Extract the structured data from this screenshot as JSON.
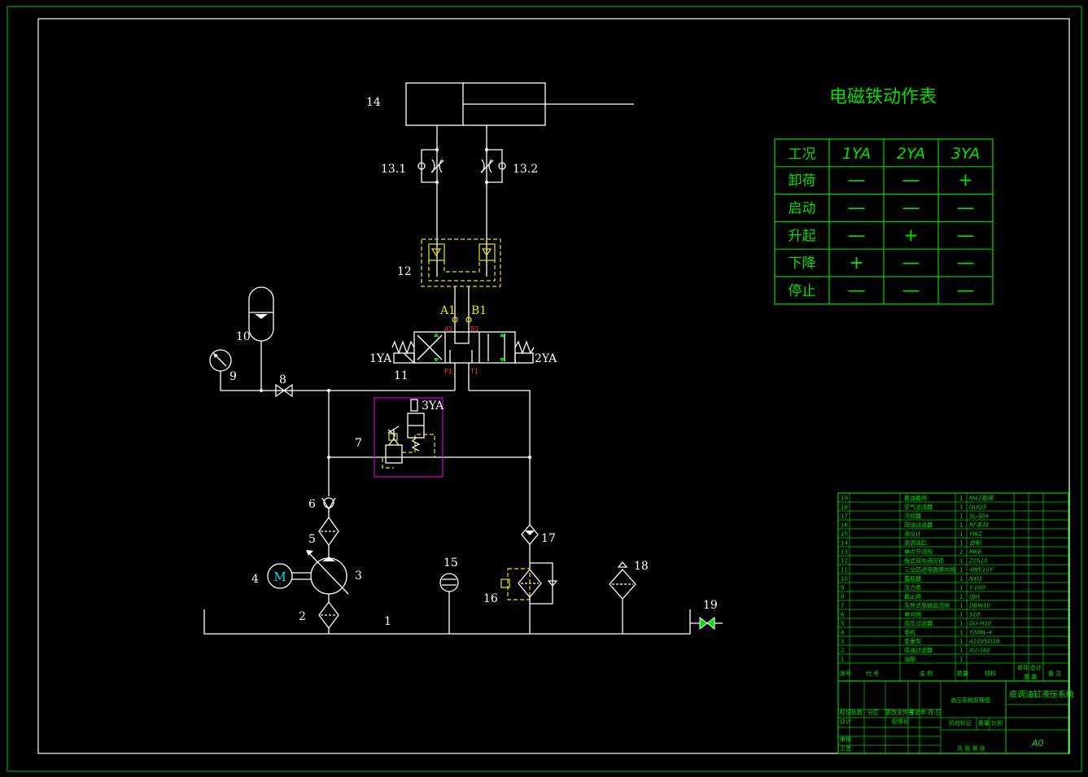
{
  "colors": {
    "background": "#000000",
    "frame": "#00c800",
    "lines": "#ffffff",
    "valve_block": "#e8e800",
    "relief_block": "#d000d0",
    "table": "#00e000",
    "motor": "#00e5e5",
    "port": "#ff3030"
  },
  "labels": {
    "n1": "1",
    "n2": "2",
    "n3": "3",
    "n4": "4",
    "n5": "5",
    "n6": "6",
    "n7": "7",
    "n8": "8",
    "n9": "9",
    "n10": "10",
    "n11": "11",
    "n12": "12",
    "n13_1": "13.1",
    "n13_2": "13.2",
    "n14": "14",
    "n15": "15",
    "n16": "16",
    "n17": "17",
    "n18": "18",
    "n19": "19",
    "a1": "A1",
    "b1": "B1",
    "a1_small": "A1",
    "b1_small": "B1",
    "p1": "P1",
    "t1": "T1",
    "ya1": "1YA",
    "ya2": "2YA",
    "ya3": "3YA",
    "motor": "M"
  },
  "solenoid_table": {
    "title": "电磁铁动作表",
    "headers": [
      "工况",
      "1YA",
      "2YA",
      "3YA"
    ],
    "rows": [
      {
        "condition": "卸荷",
        "values": [
          "—",
          "—",
          "+"
        ]
      },
      {
        "condition": "启动",
        "values": [
          "—",
          "—",
          "—"
        ]
      },
      {
        "condition": "升起",
        "values": [
          "—",
          "+",
          "—"
        ]
      },
      {
        "condition": "下降",
        "values": [
          "+",
          "—",
          "—"
        ]
      },
      {
        "condition": "停止",
        "values": [
          "—",
          "—",
          "—"
        ]
      }
    ]
  },
  "parts_list": [
    {
      "no": "19",
      "name": "截油截阀",
      "qty": "1",
      "code": "M42截阀"
    },
    {
      "no": "18",
      "name": "空气滤清器",
      "qty": "1",
      "code": "QUQ3"
    },
    {
      "no": "17",
      "name": "冷却器",
      "qty": "1",
      "code": "SL-304"
    },
    {
      "no": "16",
      "name": "回油过滤器",
      "qty": "1",
      "code": "RF系列"
    },
    {
      "no": "15",
      "name": "液位计",
      "qty": "1",
      "code": "YWZ"
    },
    {
      "no": "14",
      "name": "底调油缸",
      "qty": "1",
      "code": "自制"
    },
    {
      "no": "13",
      "name": "单向节流阀",
      "qty": "2",
      "code": "MK6"
    },
    {
      "no": "12",
      "name": "板式双向液压锁",
      "qty": "1",
      "code": "Z2S10"
    },
    {
      "no": "11",
      "name": "三位四通电磁换向阀",
      "qty": "1",
      "code": "4WE10Y"
    },
    {
      "no": "10",
      "name": "蓄能器",
      "qty": "1",
      "code": "NXQ"
    },
    {
      "no": "9",
      "name": "压力表",
      "qty": "1",
      "code": "Y-100"
    },
    {
      "no": "8",
      "name": "截止阀",
      "qty": "1",
      "code": "QJH"
    },
    {
      "no": "7",
      "name": "先导式电磁溢流阀",
      "qty": "1",
      "code": "DBW10"
    },
    {
      "no": "6",
      "name": "单向阀",
      "qty": "1",
      "code": "S10"
    },
    {
      "no": "5",
      "name": "高压过滤器",
      "qty": "1",
      "code": "GU-H10"
    },
    {
      "no": "4",
      "name": "电机",
      "qty": "1",
      "code": "Y208L-4"
    },
    {
      "no": "3",
      "name": "变量泵",
      "qty": "1",
      "code": "A10VSO18"
    },
    {
      "no": "2",
      "name": "吸油过滤器",
      "qty": "1",
      "code": "XU-160"
    },
    {
      "no": "1",
      "name": "油箱",
      "qty": "1",
      "code": ""
    }
  ],
  "title_block": {
    "h_seq": "序号",
    "h_code": "代 号",
    "h_name": "名 称",
    "h_qty": "数量",
    "h_material": "材料",
    "h_single": "单件",
    "h_total": "总计",
    "h_weight": "重 量",
    "h_note": "备 注",
    "drawing_name": "液压系统原理图",
    "system_title": "底调油缸液压系统",
    "mark": "标记",
    "count": "处数",
    "zone": "分区",
    "change_doc": "更改文件号",
    "signature": "签名",
    "date": "年.月.日",
    "design": "设计",
    "standardize": "标准化",
    "stage_mark": "阶段标记",
    "weight": "重量",
    "scale": "比例",
    "review": "审核",
    "process": "工艺",
    "sheets": "共 张 第 张",
    "format": "A0"
  }
}
